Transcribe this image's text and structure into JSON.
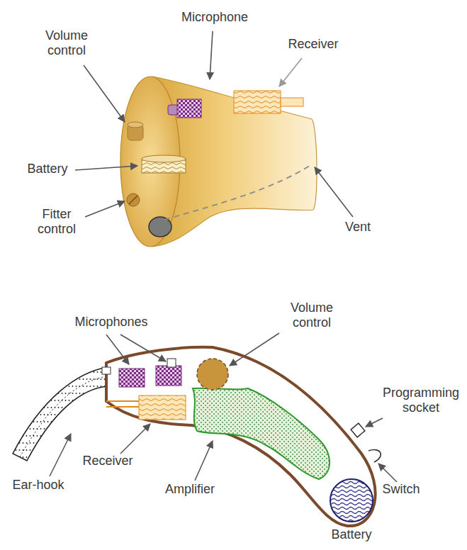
{
  "diagram": {
    "labels": [
      "Volume control",
      "Microphone",
      "Receiver",
      "Battery",
      "Fitter control",
      "Vent",
      "Microphones",
      "Volume control",
      "Programming socket",
      "Receiver",
      "Ear-hook",
      "Amplifier",
      "Switch",
      "Battery"
    ]
  }
}
